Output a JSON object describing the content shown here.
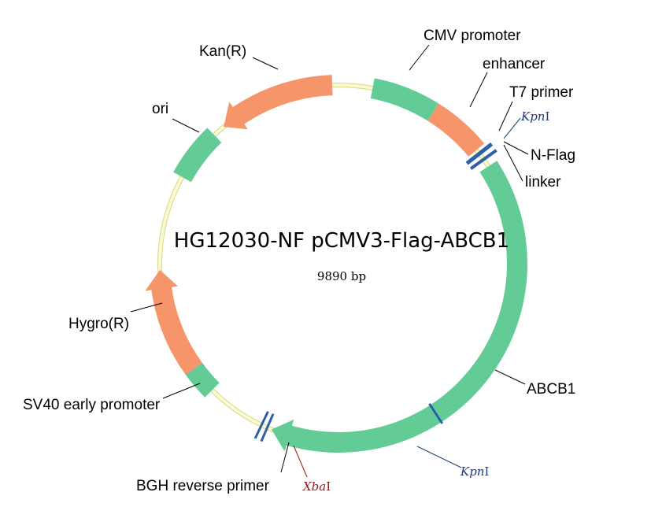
{
  "title": "HG12030-NF pCMV3-Flag-ABCB1",
  "size": "9890 bp",
  "colors": {
    "backbone_fill": "#fbfbd0",
    "backbone_stroke": "#d6d68a",
    "green_feature": "#63cc96",
    "orange_feature": "#f7956a",
    "site_blue": "#2f5fa8",
    "kpn_label": "#1e3a7a",
    "xba_label": "#8b1a1a"
  },
  "features": {
    "cmv_promoter": "CMV promoter",
    "enhancer": "enhancer",
    "t7_primer": "T7 primer",
    "n_flag": "N-Flag",
    "linker": "linker",
    "abcb1": "ABCB1",
    "bgh_reverse_primer": "BGH reverse primer",
    "sv40_early_promoter": "SV40 early promoter",
    "hygro": "Hygro(R)",
    "ori": "ori",
    "kan": "Kan(R)"
  },
  "sites": {
    "kpn1_top": {
      "italic": "Kpn",
      "suffix": "I"
    },
    "kpn1_bottom": {
      "italic": "Kpn",
      "suffix": "I"
    },
    "xba1": {
      "italic": "Xba",
      "suffix": "I"
    }
  }
}
